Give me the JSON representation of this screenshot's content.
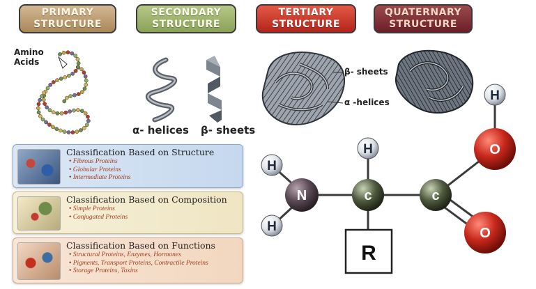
{
  "headers": {
    "primary": [
      "PRIMARY",
      "STRUCTURE"
    ],
    "secondary": [
      "SECONDARY",
      "STRUCTURE"
    ],
    "tertiary": [
      "TERTIARY",
      "STRUCTURE"
    ],
    "quaternary": [
      "QUATERNARY",
      "STRUCTURE"
    ]
  },
  "labels": {
    "amino": [
      "Amino",
      "Acids"
    ],
    "alpha_helices_secondary": "α- helices",
    "beta_sheets_secondary": "β- sheets",
    "beta_sheets_tertiary": "β- sheets",
    "alpha_helices_tertiary": "α -helices"
  },
  "classifications": [
    {
      "title": "Classification Based on Structure",
      "items": [
        "Fibrous Proteins",
        "Globular Proteins",
        "Intermediate Proteins"
      ]
    },
    {
      "title": "Classification Based on Composition",
      "items": [
        "Simple Proteins",
        "Conjugated Proteins"
      ]
    },
    {
      "title": "Classification Based on Functions",
      "items": [
        "Structural Proteins, Enzymes, Hormones",
        "Pigments, Transport Proteins, Contractile Proteins",
        "Storage Proteins, Toxins"
      ]
    }
  ],
  "molecule": {
    "atoms": {
      "h_top_oh": "H",
      "o_oh": "O",
      "h_alpha": "H",
      "h_n_upper": "H",
      "n": "N",
      "c_alpha": "c",
      "c_carboxyl": "c",
      "h_n_lower": "H",
      "o_double": "O",
      "r_group": "R"
    },
    "colors": {
      "oxygen": "#c8281c",
      "nitrogen": "#5a4a55",
      "carbon": "#4f5a3e",
      "hydrogen": "#e4e6ea"
    }
  }
}
